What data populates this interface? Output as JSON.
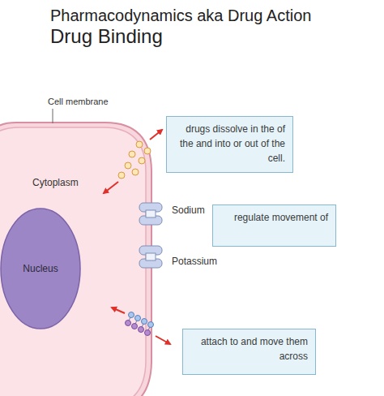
{
  "diagram": {
    "title": "Pharmacodynamics aka Drug Action",
    "nodes": [
      {
        "text": [
          "Cytoplasm"
        ]
      },
      {
        "text": [
          "Nucleus"
        ],
        "in": 0
      },
      {
        "text": [
          "drugs dissolve in the of the and into or out of the cell."
        ]
      },
      {
        "text": [
          "regulate movement of"
        ]
      },
      {
        "text": [
          "attach to and move them across"
        ]
      }
    ],
    "labels": [
      "Drug Binding",
      "Cell membrane",
      "Sodium",
      "Potassium"
    ]
  }
}
